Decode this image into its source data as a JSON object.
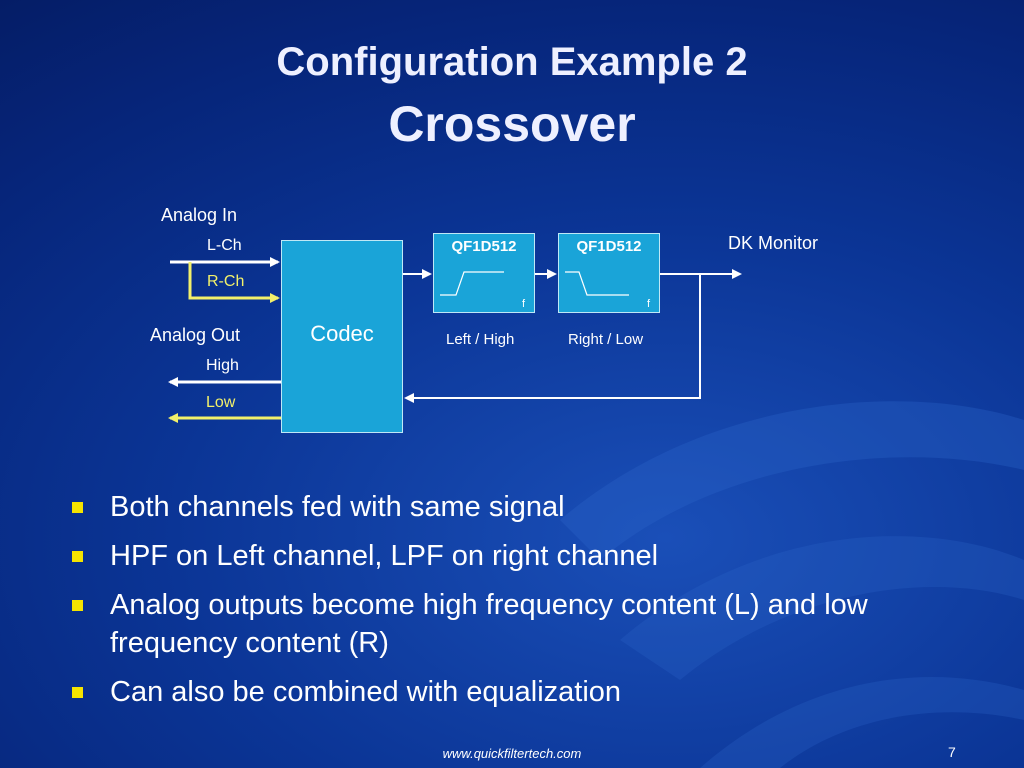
{
  "slide": {
    "title_line1": "Configuration Example 2",
    "title_line2": "Crossover",
    "footer_url": "www.quickfiltertech.com",
    "page_number": "7"
  },
  "diagram": {
    "analog_in_label": "Analog In",
    "lch_label": "L-Ch",
    "rch_label": "R-Ch",
    "analog_out_label": "Analog Out",
    "high_label": "High",
    "low_label": "Low",
    "codec_label": "Codec",
    "filter1_title": "QF1D512",
    "filter2_title": "QF1D512",
    "filter1_axis": "f",
    "filter2_axis": "f",
    "filter1_caption": "Left / High",
    "filter2_caption": "Right / Low",
    "monitor_label": "DK Monitor"
  },
  "bullets": [
    "Both channels fed with same signal",
    "HPF on Left channel, LPF on right channel",
    "Analog outputs become high frequency content (L) and low frequency content (R)",
    "Can also be combined with equalization"
  ],
  "colors": {
    "background": "#0b3596",
    "box_fill": "#1aa4d8",
    "highlight_yellow": "#f2f06a",
    "bullet_yellow": "#f5e400"
  }
}
